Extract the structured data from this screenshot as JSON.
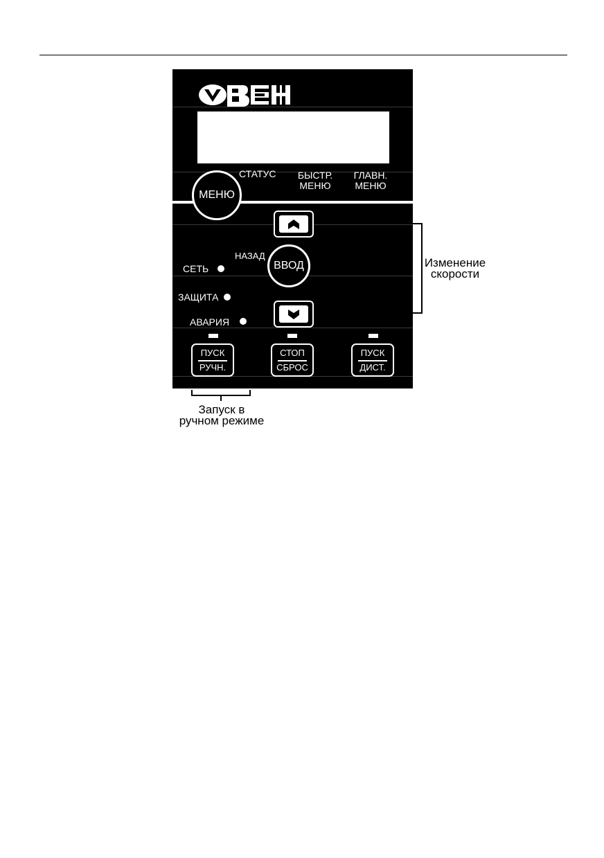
{
  "logo": {
    "text": "ОВЕН"
  },
  "labels": {
    "status": "СТАТУС",
    "quick_menu_l1": "БЫСТР.",
    "quick_menu_l2": "МЕНЮ",
    "main_menu_l1": "ГЛАВН.",
    "main_menu_l2": "МЕНЮ",
    "back": "НАЗАД",
    "network": "СЕТЬ",
    "protection": "ЗАЩИТА",
    "alarm": "АВАРИЯ"
  },
  "buttons": {
    "menu": "МЕНЮ",
    "enter": "ВВОД",
    "start_manual_top": "ПУСК",
    "start_manual_bottom": "РУЧН.",
    "stop_top": "СТОП",
    "stop_bottom": "СБРОС",
    "start_remote_top": "ПУСК",
    "start_remote_bottom": "ДИСТ."
  },
  "callouts": {
    "speed_l1": "Изменение",
    "speed_l2": "скорости",
    "manual_l1": "Запуск в",
    "manual_l2": "ручном режиме"
  },
  "colors": {
    "panel": "#000000",
    "text": "#ffffff",
    "page": "#ffffff"
  }
}
